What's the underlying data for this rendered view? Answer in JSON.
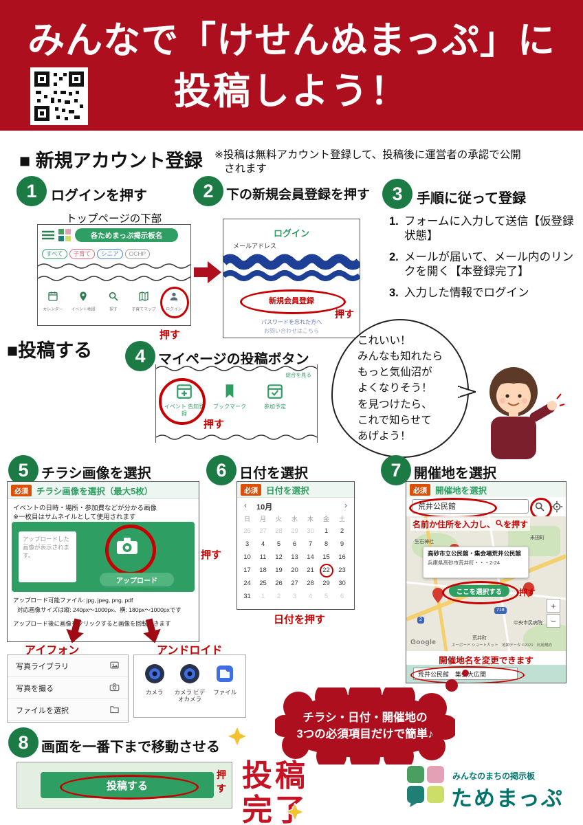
{
  "labels": {
    "press": "押す"
  },
  "header": {
    "title_line1": "みんなで「けせんぬまっぷ」に",
    "title_line2": "投稿しよう！"
  },
  "account": {
    "heading": "■ 新規アカウント登録",
    "note_line1": "※投稿は無料アカウント登録して、投稿後に運営者の承認で公開",
    "note_line2": "されます"
  },
  "step1": {
    "number": "1",
    "label": "ログインを押す",
    "caption": "トップページの下部",
    "app_title": "各ためまっぷ掲示板名",
    "chips": [
      "すべて",
      "子育て",
      "シニア",
      "OCHP"
    ],
    "nav_items": [
      {
        "icon": "calendar",
        "label": "カレンダー"
      },
      {
        "icon": "map-pin",
        "label": "イベント地図"
      },
      {
        "icon": "search",
        "label": "探す"
      },
      {
        "icon": "map",
        "label": "子育てマップ"
      },
      {
        "icon": "person",
        "label": "ログイン"
      }
    ]
  },
  "step2": {
    "number": "2",
    "label": "下の新規会員登録を押す",
    "screen_title": "ログイン",
    "email_label": "メールアドレス",
    "register_button": "新規会員登録",
    "forgot_link": "パスワードを忘れた方へ",
    "contact_link": "お問い合わせはこちら"
  },
  "step3": {
    "number": "3",
    "label": "手順に従って登録",
    "items": [
      "フォームに入力して送信【仮登録状態】",
      "メールが届いて、メール内のリンクを開く【本登録完了】",
      "入力した情報でログイン"
    ]
  },
  "post_section": {
    "heading": "■投稿する"
  },
  "step4": {
    "number": "4",
    "label": "マイページの投稿ボタン",
    "corner_text": "総合を見る",
    "icons": [
      {
        "icon": "calendar-plus",
        "label": "イベント 告知登録"
      },
      {
        "icon": "bookmark",
        "label": "ブックマーク"
      },
      {
        "icon": "calendar-check",
        "label": "参加予定"
      }
    ]
  },
  "speech": {
    "lines": [
      "これいい！",
      "みんなも知れたら",
      "もっと気仙沼が",
      "よくなりそう！",
      "を見つけたら、",
      "これで知らせて",
      "あげよう！"
    ]
  },
  "step5": {
    "number": "5",
    "label": "チラシ画像を選択",
    "required_badge": "必須",
    "screen_title": "チラシ画像を選択（最大5枚）",
    "desc1": "イベントの日時・場所・参加費などが分かる画像",
    "desc2": "※一枚目はサムネイルとして使用されます",
    "upload_placeholder": "アップロードした画像が表示されます。",
    "upload_button": "アップロード",
    "info1": "アップロード可能ファイル: jpg, jpeg, png, pdf",
    "info2": "対応画像サイズは縦: 240px〜1000px、横: 180px〜1000pxです",
    "info3": "アップロード後に画像をクリックすると画像を回転できます",
    "iphone_label": "アイフォン",
    "android_label": "アンドロイド",
    "iphone_menu": [
      "写真ライブラリ",
      "写真を撮る",
      "ファイルを選択"
    ],
    "android_items": [
      "カメラ",
      "カメラ ビデオカメラ",
      "ファイル"
    ]
  },
  "step6": {
    "number": "6",
    "label": "日付を選択",
    "required_badge": "必須",
    "screen_title": "日付を選択",
    "month": "10月",
    "prev": "‹",
    "next": "›",
    "weekdays": [
      "日",
      "月",
      "火",
      "水",
      "木",
      "金",
      "土"
    ],
    "days": [
      {
        "n": "26",
        "out": true
      },
      {
        "n": "27",
        "out": true
      },
      {
        "n": "28",
        "out": true
      },
      {
        "n": "29",
        "out": true
      },
      {
        "n": "30",
        "out": true
      },
      {
        "n": "1"
      },
      {
        "n": "2"
      },
      {
        "n": "3"
      },
      {
        "n": "4"
      },
      {
        "n": "5"
      },
      {
        "n": "6"
      },
      {
        "n": "7"
      },
      {
        "n": "8"
      },
      {
        "n": "9"
      },
      {
        "n": "10"
      },
      {
        "n": "11"
      },
      {
        "n": "12"
      },
      {
        "n": "13"
      },
      {
        "n": "14"
      },
      {
        "n": "15"
      },
      {
        "n": "16"
      },
      {
        "n": "17"
      },
      {
        "n": "18"
      },
      {
        "n": "19"
      },
      {
        "n": "20"
      },
      {
        "n": "21"
      },
      {
        "n": "22",
        "sel": true
      },
      {
        "n": "23"
      },
      {
        "n": "24"
      },
      {
        "n": "25"
      },
      {
        "n": "26"
      },
      {
        "n": "27"
      },
      {
        "n": "28"
      },
      {
        "n": "29"
      },
      {
        "n": "30"
      },
      {
        "n": "31"
      },
      {
        "n": "1",
        "out": true
      },
      {
        "n": "2",
        "out": true
      },
      {
        "n": "3",
        "out": true
      },
      {
        "n": "4",
        "out": true
      },
      {
        "n": "5",
        "out": true
      },
      {
        "n": "6",
        "out": true
      }
    ],
    "note": "日付を押す"
  },
  "step7": {
    "number": "7",
    "label": "開催地を選択",
    "required_badge": "必須",
    "screen_title": "開催地を選択",
    "search_value": "荒井公民館",
    "hint_before": "名前か住所を入力し、",
    "hint_after": "を押す",
    "map_labels": [
      "生石神社",
      "米田町",
      "中央市民病院",
      "荒井町"
    ],
    "road_badges": [
      "2",
      "718"
    ],
    "popup_title": "高砂市立公民館・集会場荒井公民館",
    "popup_address": "兵庫県高砂市荒井町・・・2-24",
    "select_button": "ここを選択する",
    "zoom_in": "+",
    "zoom_out": "−",
    "google_logo": "Google",
    "attribution": "キーボード ショートカット　地図データ ©2023　利用規約",
    "note": "開催地名を変更できます",
    "place_value": "荒井公民館　集会大広間"
  },
  "burst": {
    "line1": "チラシ・日付・開催地の",
    "line2": "3つの必須項目だけで簡単♪"
  },
  "step8": {
    "number": "8",
    "label": "画面を一番下まで移動させる",
    "submit_button": "投稿する"
  },
  "completion": {
    "line1": "投稿",
    "line2": "完了"
  },
  "logo": {
    "tagline": "みんなのまちの掲示板",
    "name": "ためまっぷ"
  }
}
